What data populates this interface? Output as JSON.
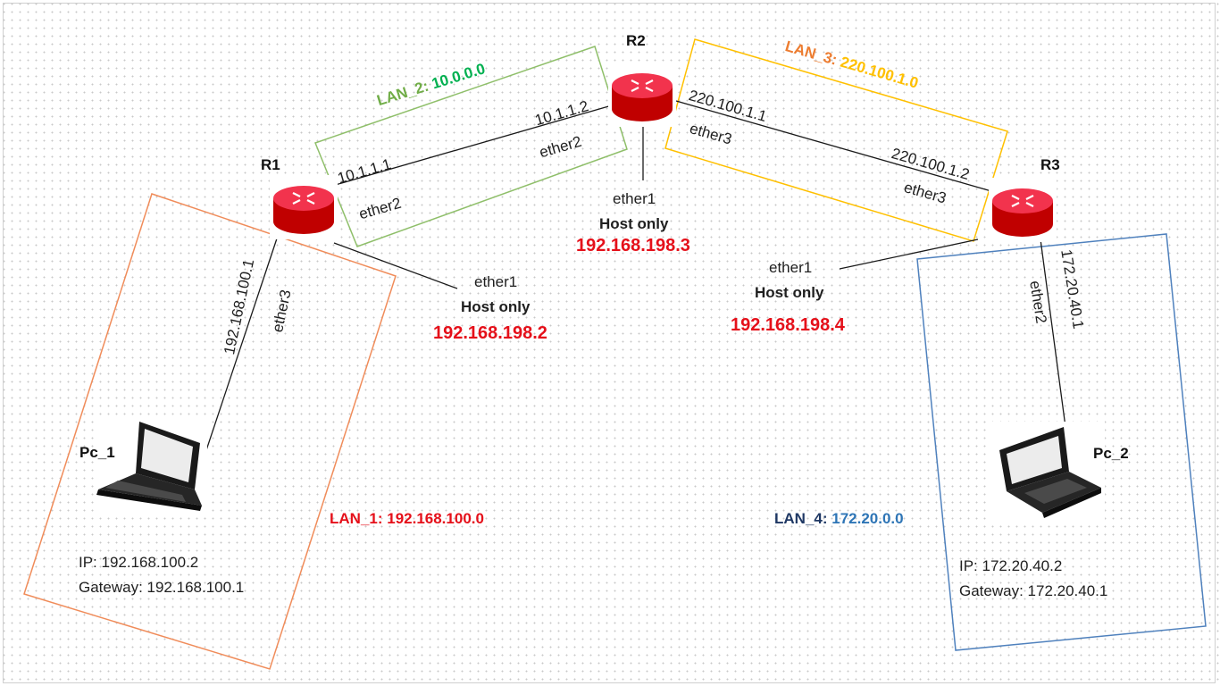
{
  "routers": {
    "r1": {
      "label": "R1"
    },
    "r2": {
      "label": "R2"
    },
    "r3": {
      "label": "R3"
    }
  },
  "pcs": {
    "pc1": {
      "label": "Pc_1",
      "ip": "IP: 192.168.100.2",
      "gateway": "Gateway: 192.168.100.1"
    },
    "pc2": {
      "label": "Pc_2",
      "ip": "IP: 172.20.40.2",
      "gateway": "Gateway: 172.20.40.1"
    }
  },
  "lans": {
    "lan1": {
      "prefix": "LAN_1: ",
      "network": "192.168.100.0",
      "color": "#e5101a",
      "network_color": "#e5101a",
      "border": "#f08c5a"
    },
    "lan2": {
      "prefix": "LAN_2: ",
      "network": "10.0.0.0",
      "color": "#70ad47",
      "network_color": "#00b050",
      "border": "#8fbf6a"
    },
    "lan3": {
      "prefix": "LAN_3: ",
      "network": "220.100.1.0",
      "color": "#ed7d31",
      "network_color": "#ffc000",
      "border": "#ffc000"
    },
    "lan4": {
      "prefix": "LAN_4: ",
      "network": "172.20.0.0",
      "color": "#1f3864",
      "network_color": "#2e75b6",
      "border": "#4f81bd"
    }
  },
  "links": {
    "r1_r2": {
      "r1_ip": "10.1.1.1",
      "r1_if": "ether2",
      "r2_ip": "10.1.1.2",
      "r2_if": "ether2"
    },
    "r2_r3": {
      "r2_ip": "220.100.1.1",
      "r2_if": "ether3",
      "r3_ip": "220.100.1.2",
      "r3_if": "ether3"
    },
    "r1_pc1": {
      "ip": "192.168.100.1",
      "if": "ether3"
    },
    "r3_pc2": {
      "ip": "172.20.40.1",
      "if": "ether2"
    }
  },
  "host_only": {
    "r1": {
      "iface": "ether1",
      "label": "Host only",
      "ip": "192.168.198.2"
    },
    "r2": {
      "iface": "ether1",
      "label": "Host only",
      "ip": "192.168.198.3"
    },
    "r3": {
      "iface": "ether1",
      "label": "Host only",
      "ip": "192.168.198.4"
    }
  }
}
